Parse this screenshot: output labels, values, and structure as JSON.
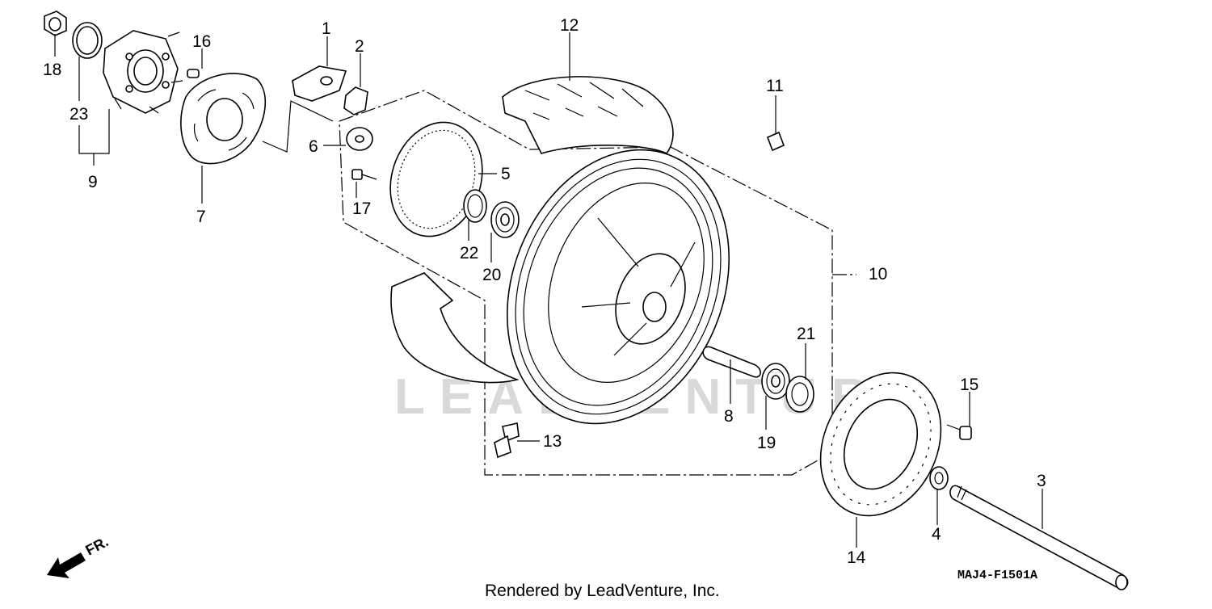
{
  "diagram": {
    "callouts": [
      "1",
      "2",
      "3",
      "4",
      "5",
      "6",
      "7",
      "8",
      "9",
      "10",
      "11",
      "12",
      "13",
      "14",
      "15",
      "16",
      "17",
      "18",
      "19",
      "20",
      "21",
      "22",
      "23"
    ],
    "diagram_code": "MAJ4-F1501A",
    "credit": "Rendered by LeadVenture, Inc.",
    "watermark": "LEADVENTURE",
    "front_arrow_label": "FR."
  }
}
